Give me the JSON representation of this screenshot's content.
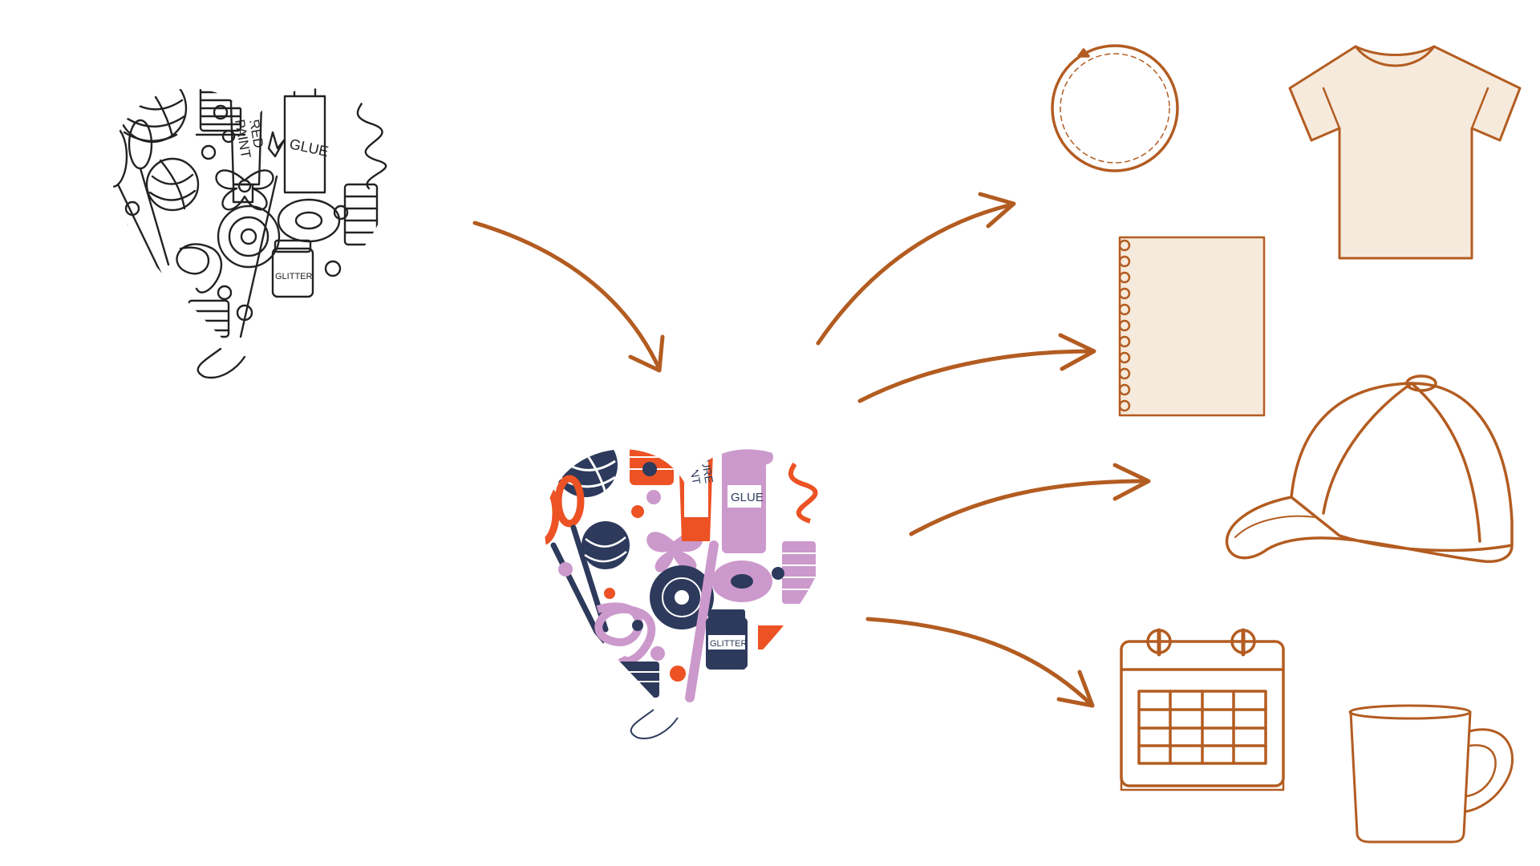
{
  "colors": {
    "outline": "#b35c21",
    "product_fill": "#f6eadc",
    "sketch_ink": "#222222",
    "navy": "#2d3a5c",
    "orange": "#ec5224",
    "lilac": "#cc99cc",
    "background": "#ffffff"
  },
  "artwork": {
    "sketch_heart": {
      "style": "black-and-white line sketch",
      "tube_label_1": "RED",
      "tube_label_2": "PAINT",
      "bottle_label": "GLUE",
      "jar_label": "GLITTER"
    },
    "color_heart": {
      "style": "colored flat illustration",
      "tube_label_1": "PURE",
      "tube_label_2": "PAINT",
      "bottle_label": "GLUE",
      "jar_label": "GLITTER"
    }
  },
  "products": [
    {
      "icon": "embroidery-hoop-icon"
    },
    {
      "icon": "t-shirt-icon"
    },
    {
      "icon": "spiral-notebook-icon"
    },
    {
      "icon": "baseball-cap-icon"
    },
    {
      "icon": "calendar-icon"
    },
    {
      "icon": "mug-icon"
    }
  ],
  "arrows": [
    {
      "from": "sketch_heart",
      "to": "color_heart"
    },
    {
      "from": "color_heart",
      "to": "embroidery-hoop-icon"
    },
    {
      "from": "color_heart",
      "to": "spiral-notebook-icon"
    },
    {
      "from": "color_heart",
      "to": "baseball-cap-icon"
    },
    {
      "from": "color_heart",
      "to": "calendar-icon"
    }
  ]
}
